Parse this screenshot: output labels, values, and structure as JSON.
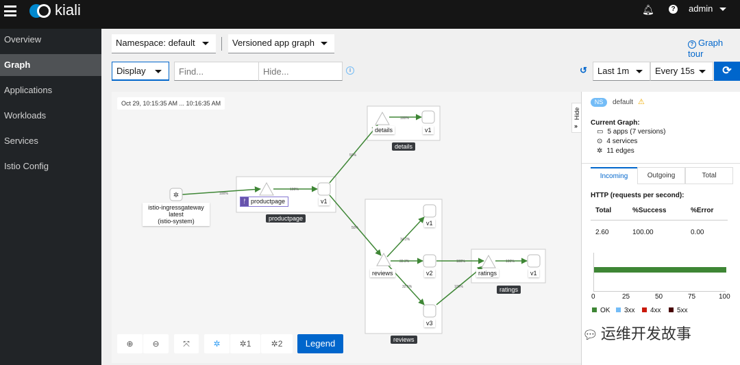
{
  "topbar": {
    "brand": "kiali",
    "user": "admin",
    "icons": [
      "hamburger-icon",
      "bell-icon",
      "help-icon"
    ]
  },
  "sidebar": {
    "items": [
      {
        "label": "Overview"
      },
      {
        "label": "Graph",
        "active": true
      },
      {
        "label": "Applications"
      },
      {
        "label": "Workloads"
      },
      {
        "label": "Services"
      },
      {
        "label": "Istio Config"
      }
    ]
  },
  "toolbar": {
    "namespace": "Namespace: default",
    "graph_type": "Versioned app graph",
    "graph_tour": "Graph tour",
    "display": "Display",
    "find_placeholder": "Find...",
    "hide_placeholder": "Hide...",
    "duration": "Last 1m",
    "refresh": "Every 15s"
  },
  "graph": {
    "timestamp": "Oct 29, 10:15:35 AM ... 10:16:35 AM",
    "nodes": {
      "gateway": "istio-ingressgateway",
      "gateway_version": "latest",
      "gateway_ns": "(istio-system)",
      "productpage": "productpage",
      "productpage_v1": "v1",
      "productpage_app": "productpage",
      "details": "details",
      "details_v1": "v1",
      "details_app": "details",
      "reviews": "reviews",
      "reviews_v1": "v1",
      "reviews_v2": "v2",
      "reviews_v3": "v3",
      "reviews_app": "reviews",
      "ratings": "ratings",
      "ratings_v1": "v1",
      "ratings_app": "ratings"
    },
    "edges": {
      "gw_pp": "100%",
      "pp_v1": "100%",
      "v1_details": "50%",
      "details_v1": "100%",
      "v1_reviews": "50%",
      "rev_v1": "34.2%",
      "rev_v2": "33.3%",
      "rev_v3": "32.5%",
      "v2_ratings": "100%",
      "v3_ratings": "100%",
      "ratings_v1": "100%"
    },
    "edge_color": "#3e8635",
    "controls": {
      "legend": "Legend",
      "layout1": "1",
      "layout2": "2"
    }
  },
  "panel": {
    "hide": "Hide",
    "ns_badge": "NS",
    "namespace": "default",
    "current_graph": "Current Graph:",
    "apps": "5 apps (7 versions)",
    "services": "4 services",
    "edges": "11 edges",
    "tabs": [
      "Incoming",
      "Outgoing",
      "Total"
    ],
    "http_title": "HTTP (requests per second):",
    "headers": [
      "Total",
      "%Success",
      "%Error"
    ],
    "values": [
      "2.60",
      "100.00",
      "0.00"
    ],
    "chart_ticks": [
      "0",
      "25",
      "50",
      "75",
      "100"
    ],
    "ok_percent": 100,
    "legend": [
      {
        "label": "OK",
        "color": "#3e8635"
      },
      {
        "label": "3xx",
        "color": "#73bcf7"
      },
      {
        "label": "4xx",
        "color": "#c9190b"
      },
      {
        "label": "5xx",
        "color": "#470000"
      }
    ]
  },
  "watermark": "运维开发故事"
}
